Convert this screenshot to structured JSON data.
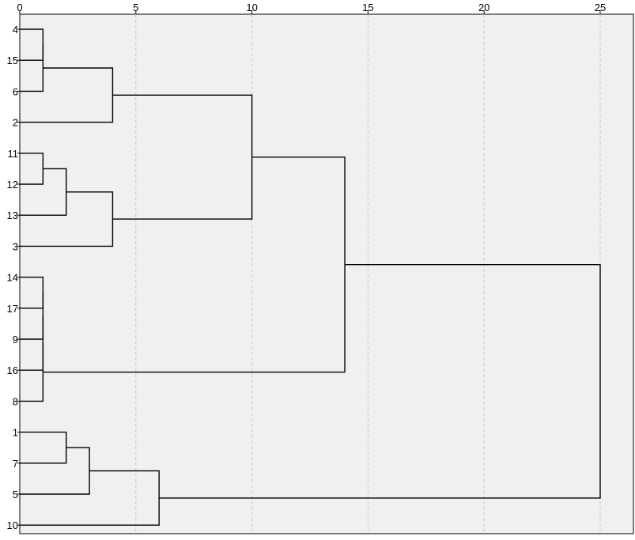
{
  "chart_data": {
    "type": "dendrogram",
    "orientation": "horizontal",
    "title": "",
    "xlabel": "",
    "ylabel": "",
    "xlim": [
      0,
      26.2
    ],
    "x_ticks": [
      0,
      5,
      10,
      15,
      20,
      25
    ],
    "x_tick_labels": [
      "0",
      "5",
      "10",
      "15",
      "20",
      "25"
    ],
    "grid": true,
    "leaf_order": [
      "4",
      "15",
      "6",
      "2",
      "11",
      "12",
      "13",
      "3",
      "14",
      "17",
      "9",
      "16",
      "8",
      "1",
      "7",
      "5",
      "10"
    ],
    "merges": [
      {
        "children": [
          "4",
          "15"
        ],
        "height": 1
      },
      {
        "children": [
          "4+15",
          "6"
        ],
        "height": 1
      },
      {
        "children": [
          "4+15+6",
          "2"
        ],
        "height": 4
      },
      {
        "children": [
          "11",
          "12"
        ],
        "height": 1
      },
      {
        "children": [
          "11+12",
          "13"
        ],
        "height": 2
      },
      {
        "children": [
          "11+12+13",
          "3"
        ],
        "height": 4
      },
      {
        "children": [
          "4+15+6+2",
          "11+12+13+3"
        ],
        "height": 10
      },
      {
        "children": [
          "14",
          "17"
        ],
        "height": 1
      },
      {
        "children": [
          "14+17",
          "9"
        ],
        "height": 1
      },
      {
        "children": [
          "14+17+9",
          "16"
        ],
        "height": 1
      },
      {
        "children": [
          "14+17+9+16",
          "8"
        ],
        "height": 1
      },
      {
        "children": [
          "4+15+6+2+11+12+13+3",
          "14+17+9+16+8"
        ],
        "height": 14
      },
      {
        "children": [
          "1",
          "7"
        ],
        "height": 2
      },
      {
        "children": [
          "1+7",
          "5"
        ],
        "height": 3
      },
      {
        "children": [
          "1+7+5",
          "10"
        ],
        "height": 6
      },
      {
        "children": [
          "4+15+6+2+11+12+13+3+14+17+9+16+8",
          "1+7+5+10"
        ],
        "height": 25
      }
    ],
    "colors": {
      "plot_background": "#f0f0f0",
      "link": "#000000",
      "grid": "#c8c8c8",
      "frame": "#000000"
    }
  }
}
